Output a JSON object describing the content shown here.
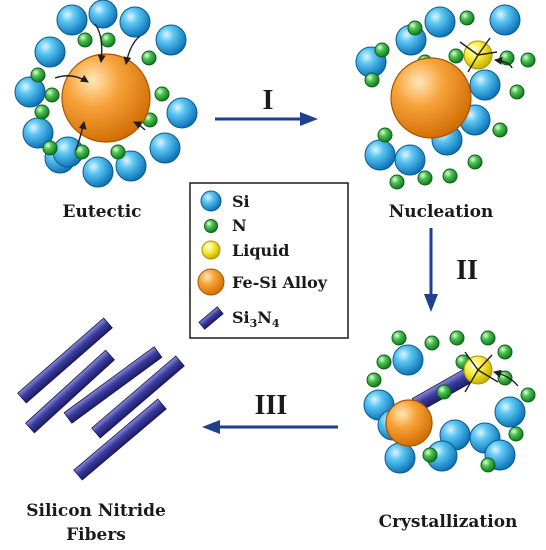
{
  "stages": {
    "eutectic": "Eutectic",
    "nucleation": "Nucleation",
    "crystallization": "Crystallization",
    "fibers_line1": "Silicon Nitride",
    "fibers_line2": "Fibers"
  },
  "steps": [
    "I",
    "II",
    "III"
  ],
  "legend": {
    "si": "Si",
    "n": "N",
    "liquid": "Liquid",
    "alloy": "Fe-Si Alloy",
    "si3n4_si": "Si",
    "si3n4_sub1": "3",
    "si3n4_n": "N",
    "si3n4_sub2": "4"
  },
  "colors": {
    "si": "#1aa3e0",
    "n": "#2ea83a",
    "liquid": "#f4e21a",
    "alloy": "#f49a1c",
    "si3n4": "#3a3a9a",
    "arrow": "#1f3f8f"
  }
}
